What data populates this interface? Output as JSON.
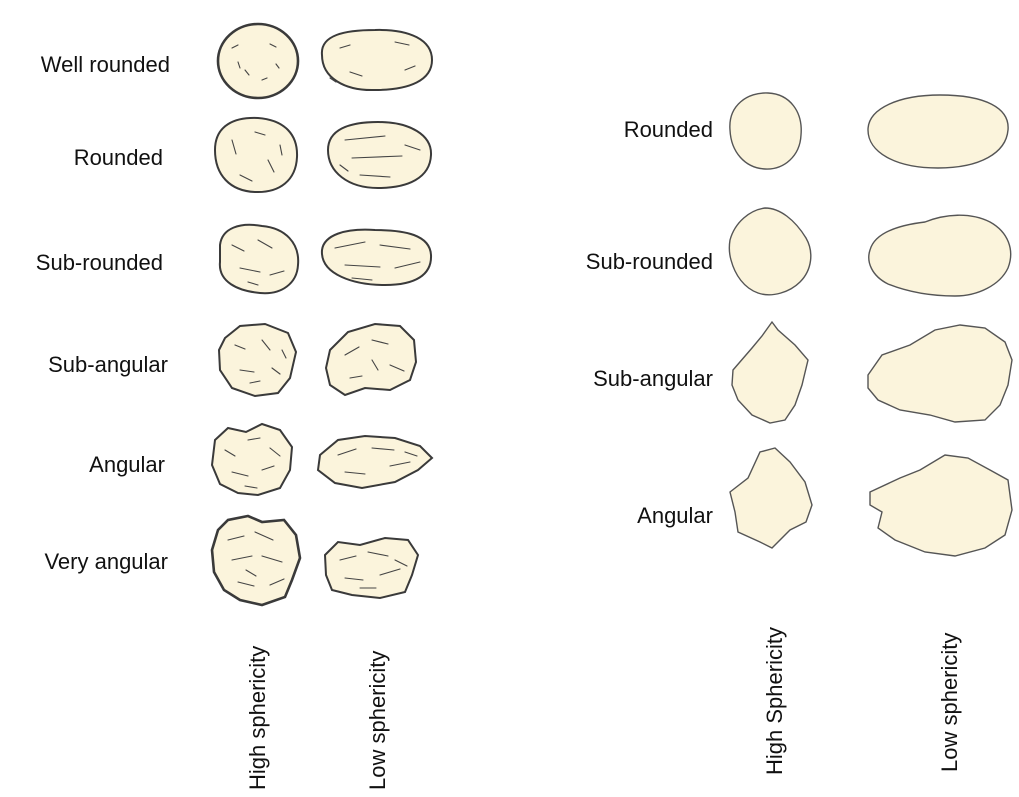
{
  "left_panel": {
    "rows": [
      {
        "label": "Well rounded"
      },
      {
        "label": "Rounded"
      },
      {
        "label": "Sub-rounded"
      },
      {
        "label": "Sub-angular"
      },
      {
        "label": "Angular"
      },
      {
        "label": "Very angular"
      }
    ],
    "col_labels": {
      "high": "High sphericity",
      "low": "Low sphericity"
    }
  },
  "right_panel": {
    "rows": [
      {
        "label": "Rounded"
      },
      {
        "label": "Sub-rounded"
      },
      {
        "label": "Sub-angular"
      },
      {
        "label": "Angular"
      }
    ],
    "col_labels": {
      "high": "High Sphericity",
      "low": "Low sphericity"
    }
  },
  "colors": {
    "grain_fill": "#fbf4dc",
    "outline": "#3a3a3a"
  }
}
